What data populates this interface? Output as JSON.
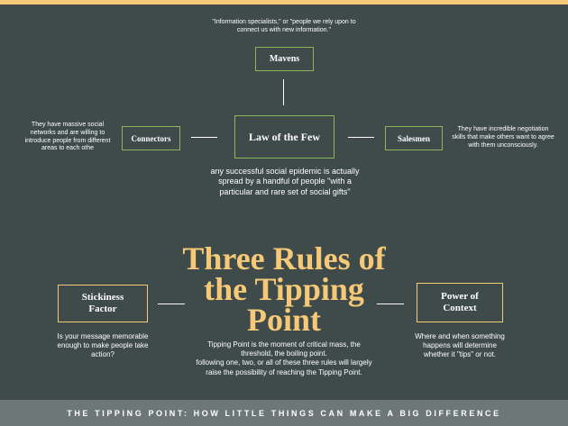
{
  "footer": {
    "text": "THE TIPPING POINT: HOW LITTLE THINGS CAN MAKE A BIG DIFFERENCE"
  },
  "law": {
    "title": "Law of the Few",
    "description": "any successful social epidemic is actually spread by a handful of people \"with a particular and rare set of social gifts\""
  },
  "mavens": {
    "label": "Mavens",
    "description": "\"Information specialists,\" or \"people we rely upon to connect us with new information.\""
  },
  "connectors": {
    "label": "Connectors",
    "description": "They have massive social networks and are willing to introduce people from different areas to each othe"
  },
  "salesmen": {
    "label": "Salesmen",
    "description": "They have incredible negotiation skills that make others want to agree with them unconsciously."
  },
  "main_title": {
    "line1": "Three Rules of",
    "line2": "the Tipping",
    "line3": "Point"
  },
  "stickiness": {
    "label": "Stickiness Factor",
    "description": "Is your message memorable enough to make people take action?"
  },
  "context": {
    "label": "Power of Context",
    "description": "Where and when something happens will determine whether it \"tips\" or not."
  },
  "tipping_point": {
    "description1": "Tipping Point is the moment of critical mass, the threshold, the boiling point.",
    "description2": "following one, two, or all of these three rules will largely raise the possibility of reaching the Tipping Point."
  },
  "colors": {
    "background": "#3f4a4a",
    "accent_gold": "#f5c977",
    "accent_green": "#8db560",
    "footer_band": "#6e7778"
  }
}
